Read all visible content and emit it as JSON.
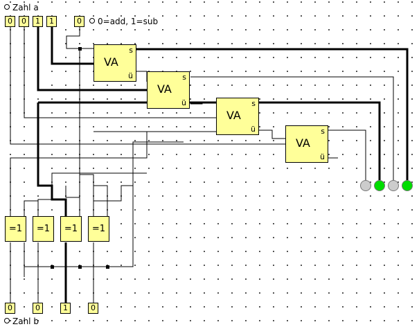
{
  "labels": {
    "zahl_a": "Zahl a",
    "mode": "0=add, 1=sub",
    "zahl_b": "Zahl b"
  },
  "inputs_a": [
    "0",
    "0",
    "1",
    "1"
  ],
  "mode_value": "0",
  "inputs_b": [
    "0",
    "0",
    "1",
    "0"
  ],
  "adders": [
    {
      "name": "VA",
      "sum": "s",
      "carry": "ü"
    },
    {
      "name": "VA",
      "sum": "s",
      "carry": "ü"
    },
    {
      "name": "VA",
      "sum": "s",
      "carry": "ü"
    },
    {
      "name": "VA",
      "sum": "s",
      "carry": "ü"
    }
  ],
  "xor_gates": [
    "=1",
    "=1",
    "=1",
    "=1"
  ],
  "outputs": [
    "off",
    "on",
    "off",
    "on"
  ],
  "colors": {
    "component_fill": "#ffff99",
    "led_on": "#00dd00",
    "led_off": "#cccccc"
  }
}
